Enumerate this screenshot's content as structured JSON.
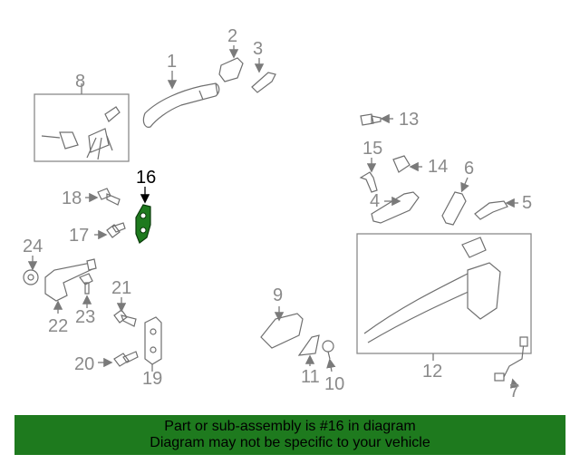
{
  "callouts": [
    "1",
    "2",
    "3",
    "4",
    "5",
    "6",
    "7",
    "8",
    "9",
    "10",
    "11",
    "12",
    "13",
    "14",
    "15",
    "16",
    "17",
    "18",
    "19",
    "20",
    "21",
    "22",
    "23",
    "24"
  ],
  "highlight_callout": "16",
  "colors": {
    "highlight_part": "#1e7a1e",
    "banner_bg": "#1e7a1e",
    "callout_text": "#8a8a8a"
  },
  "banner": {
    "line1": "Part or sub-assembly is #16 in diagram",
    "line2": "Diagram may not be specific to your vehicle"
  }
}
